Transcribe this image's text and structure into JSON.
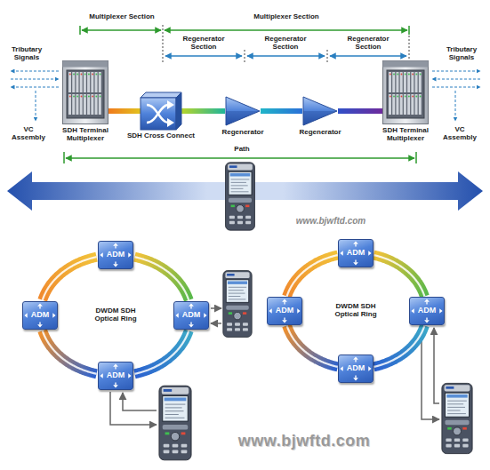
{
  "diagram": {
    "nodes": [
      {
        "text": [
          "SDH Terminal Multiplexer"
        ]
      },
      {
        "text": [
          "SDH Cross Connect"
        ]
      },
      {
        "text": [
          "Regenerator"
        ]
      },
      {
        "text": [
          "Regenerator"
        ]
      },
      {
        "text": [
          "SDH Terminal Multiplexer"
        ]
      },
      {
        "text": [
          "ADM"
        ]
      },
      {
        "text": [
          "ADM"
        ]
      },
      {
        "text": [
          "ADM"
        ]
      },
      {
        "text": [
          "ADM"
        ]
      },
      {
        "text": [
          "ADM"
        ]
      },
      {
        "text": [
          "ADM"
        ]
      },
      {
        "text": [
          "ADM"
        ]
      },
      {
        "text": [
          "ADM"
        ]
      }
    ],
    "edges": [
      {
        "from": 0,
        "to": 1,
        "arrow": "none"
      },
      {
        "from": 1,
        "to": 2,
        "arrow": "none"
      },
      {
        "from": 2,
        "to": 3,
        "arrow": "none"
      },
      {
        "from": 3,
        "to": 4,
        "arrow": "none"
      },
      {
        "from": 5,
        "to": 7,
        "arrow": "none"
      },
      {
        "from": 7,
        "to": 8,
        "arrow": "none"
      },
      {
        "from": 8,
        "to": 6,
        "arrow": "none"
      },
      {
        "from": 6,
        "to": 5,
        "arrow": "none"
      },
      {
        "from": 9,
        "to": 11,
        "arrow": "none"
      },
      {
        "from": 11,
        "to": 12,
        "arrow": "none"
      },
      {
        "from": 12,
        "to": 10,
        "arrow": "none"
      },
      {
        "from": 10,
        "to": 9,
        "arrow": "none"
      }
    ],
    "labels": [
      "Multiplexer Section",
      "Multiplexer Section",
      "Regenerator Section",
      "Regenerator Section",
      "Regenerator Section",
      "Tributary Signals",
      "VC Assembly",
      "Tributary Signals",
      "VC Assembly",
      "Path",
      "www.bjwftd.com",
      "DWDM SDH Optical Ring",
      "DWDM SDH Optical Ring",
      "www.bjwftd.com"
    ]
  }
}
